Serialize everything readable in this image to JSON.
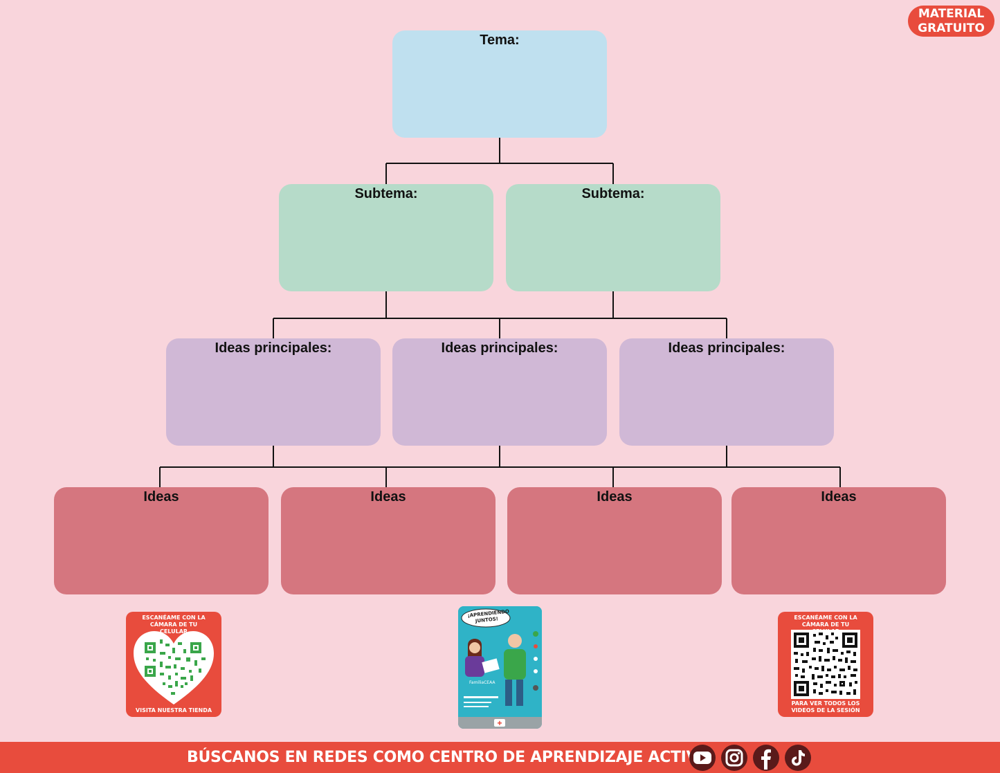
{
  "badge": {
    "line1": "MATERIAL",
    "line2": "GRATUITO"
  },
  "boxes": {
    "tema": "Tema:",
    "subtema_1": "Subtema:",
    "subtema_2": "Subtema:",
    "ideas_principales_1": "Ideas principales:",
    "ideas_principales_2": "Ideas principales:",
    "ideas_principales_3": "Ideas principales:",
    "ideas_1": "Ideas",
    "ideas_2": "Ideas",
    "ideas_3": "Ideas",
    "ideas_4": "Ideas"
  },
  "qr_store": {
    "top": "ESCANÉAME CON LA CÁMARA DE TU CELULAR",
    "bottom": "VISITA NUESTRA TIENDA"
  },
  "qr_videos": {
    "top": "ESCANÉAME CON LA CÁMARA DE TU CELULAR",
    "bottom": "PARA VER TODOS LOS VIDEOS DE LA SESIÓN"
  },
  "poster": {
    "bubble": "¡APRENDIENDO JUNTOS!",
    "handle": "FamiliaCEAA"
  },
  "footer": {
    "text": "BÚSCANOS EN REDES COMO CENTRO DE APRENDIZAJE ACTIVO"
  },
  "social_icons": [
    "youtube-icon",
    "instagram-icon",
    "facebook-icon",
    "tiktok-icon"
  ],
  "colors": {
    "tema": "#bfe0ef",
    "subtema": "#b6dbc9",
    "ideas_principales": "#d0b8d6",
    "ideas": "#d5767f",
    "accent": "#e84c3d",
    "background": "#f9d5dc"
  }
}
